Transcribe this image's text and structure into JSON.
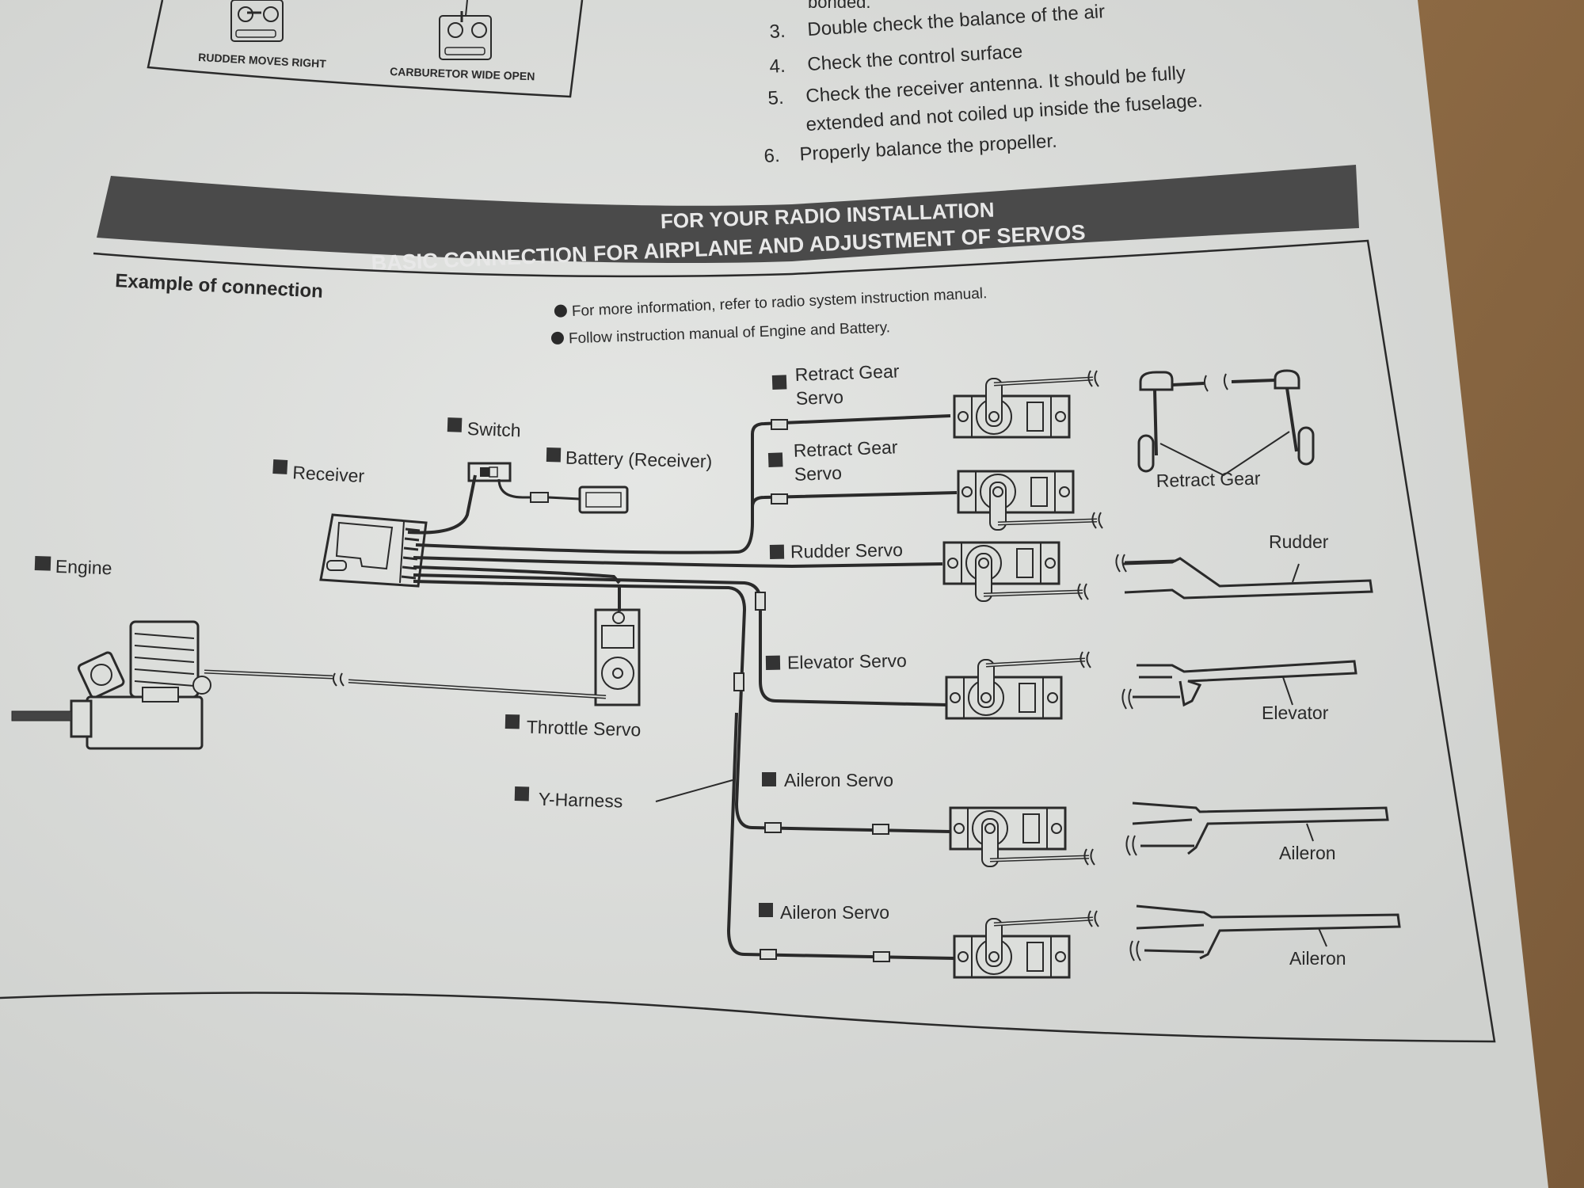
{
  "top_figure": {
    "captions": [
      "RUDDER MOVES RIGHT",
      "CARBURETOR WIDE OPEN"
    ]
  },
  "checklist": {
    "partial_line": "bonded.",
    "items": [
      {
        "num": "3.",
        "text": "Double check the balance of the air"
      },
      {
        "num": "4.",
        "text": "Check the control surface"
      },
      {
        "num": "5.",
        "text": "Check the receiver antenna. It should be fully",
        "text2": "extended and not coiled up inside the fuselage."
      },
      {
        "num": "6.",
        "text": "Properly balance the propeller."
      }
    ]
  },
  "banner": {
    "line1": "FOR YOUR RADIO INSTALLATION",
    "line2": "BASIC CONNECTION FOR AIRPLANE AND ADJUSTMENT OF SERVOS"
  },
  "diagram": {
    "subtitle": "Example of connection",
    "notes": [
      "For more information, refer to radio system instruction manual.",
      "Follow instruction manual of Engine and Battery."
    ],
    "labels": {
      "switch": "Switch",
      "battery": "Battery (Receiver)",
      "receiver": "Receiver",
      "engine": "Engine",
      "throttle_servo": "Throttle Servo",
      "y_harness": "Y-Harness",
      "retract_servo_1_a": "Retract Gear",
      "retract_servo_1_b": "Servo",
      "retract_servo_2_a": "Retract Gear",
      "retract_servo_2_b": "Servo",
      "rudder_servo": "Rudder Servo",
      "elevator_servo": "Elevator Servo",
      "aileron_servo_1": "Aileron Servo",
      "aileron_servo_2": "Aileron Servo",
      "retract_gear": "Retract Gear",
      "rudder": "Rudder",
      "elevator": "Elevator",
      "aileron_1": "Aileron",
      "aileron_2": "Aileron"
    }
  },
  "colors": {
    "paper": "#dcdedb",
    "ink": "#2a2a2a",
    "banner": "#4a4a4a"
  }
}
